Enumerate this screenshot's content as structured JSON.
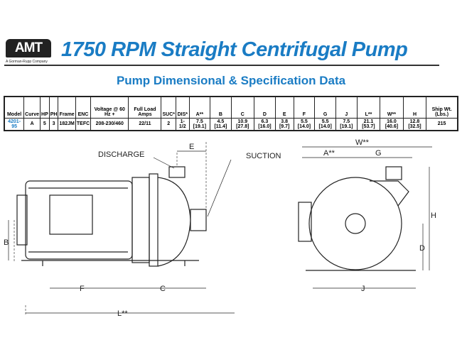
{
  "logo": {
    "text": "AMT",
    "tagline": "A Gorman-Rupp Company"
  },
  "title": "1750 RPM Straight Centrifugal Pump",
  "subtitle": "Pump Dimensional & Specification Data",
  "table": {
    "headers": [
      "Model",
      "Curve",
      "HP",
      "PH",
      "Frame",
      "ENC",
      "Voltage @ 60 Hz +",
      "Full Load Amps",
      "SUC*",
      "DIS*",
      "A**",
      "B",
      "C",
      "D",
      "E",
      "F",
      "G",
      "J",
      "L**",
      "W**",
      "H",
      "Ship Wt. (Lbs.)"
    ],
    "row": [
      "4201-95",
      "A",
      "5",
      "3",
      "182JM",
      "TEFC",
      "208-230/460",
      "22/11",
      "2",
      "1-1/2",
      "7.5 [19.1]",
      "4.5 [11.4]",
      "10.9 [27.8]",
      "6.3 [16.0]",
      "3.8 [9.7]",
      "5.5 [14.0]",
      "5.5 [14.0]",
      "7.5 [19.1]",
      "21.1 [53.7]",
      "16.0 [40.6]",
      "12.8 [32.5]",
      "215"
    ]
  },
  "drawing": {
    "discharge": "DISCHARGE",
    "suction": "SUCTION",
    "E": "E",
    "B": "B",
    "F": "F",
    "C": "C",
    "L": "L**",
    "W": "W**",
    "A": "A**",
    "G": "G",
    "H": "H",
    "D": "D",
    "J": "J"
  }
}
